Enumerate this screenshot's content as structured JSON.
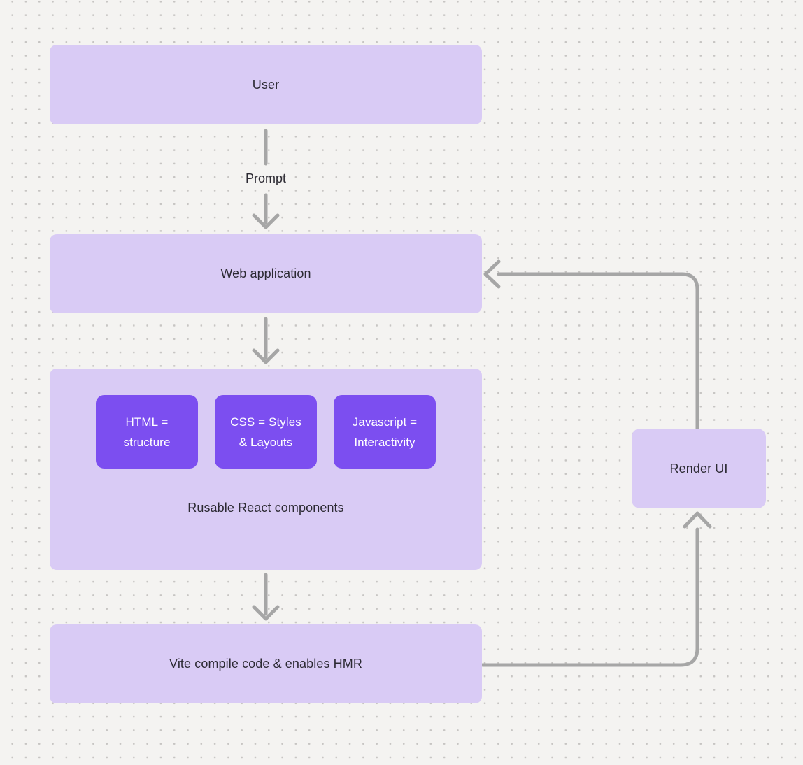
{
  "diagram": {
    "colors": {
      "bg_color": "#f4f3f1",
      "dot_color": "#c7c5c3",
      "node_fill": "#d9cbf5",
      "chip_fill": "#7c4ef0",
      "chip_text": "#ffffff",
      "arrow": "#a6a6a6",
      "text": "#2c2a33"
    },
    "nodes": {
      "user": {
        "label": "User"
      },
      "web_application": {
        "label": "Web application"
      },
      "components_group": {
        "caption": "Rusable React components",
        "chips": [
          {
            "lines": [
              "HTML =",
              "structure"
            ]
          },
          {
            "lines": [
              "CSS = Styles",
              "& Layouts"
            ]
          },
          {
            "lines": [
              "Javascript =",
              "Interactivity"
            ]
          }
        ]
      },
      "vite": {
        "label": "Vite compile code & enables HMR"
      },
      "render_ui": {
        "label": "Render UI"
      }
    },
    "edges": {
      "user_to_webapp": {
        "from": "User",
        "to": "Web application",
        "label": "Prompt"
      },
      "webapp_to_components": {
        "from": "Web application",
        "to": "Rusable React components",
        "label": ""
      },
      "components_to_vite": {
        "from": "Rusable React components",
        "to": "Vite compile code & enables HMR",
        "label": ""
      },
      "vite_to_render": {
        "from": "Vite compile code & enables HMR",
        "to": "Render UI",
        "label": ""
      },
      "render_to_webapp": {
        "from": "Render UI",
        "to": "Web application",
        "label": ""
      }
    }
  }
}
